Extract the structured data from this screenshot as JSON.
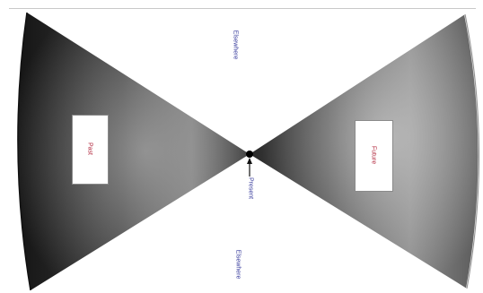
{
  "diagram": {
    "labels": {
      "elsewhere_top": "Elsewhere",
      "elsewhere_bottom": "Elsewhere",
      "past": "Past",
      "future": "Future",
      "present": "Present"
    },
    "colors": {
      "cone_dark": "#1c1c1c",
      "cone_light": "#9a9a9a",
      "label_blue": "#3b3f9e",
      "label_red": "#b0243a",
      "background": "#ffffff"
    }
  }
}
